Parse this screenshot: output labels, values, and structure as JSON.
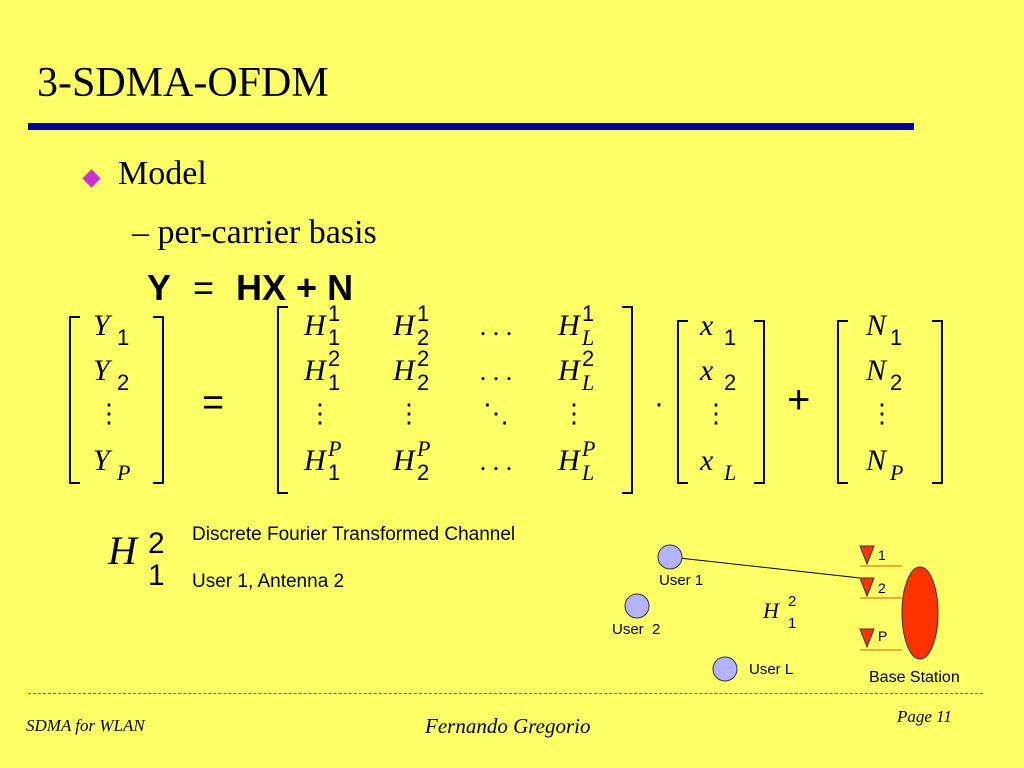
{
  "slide": {
    "title": "3-SDMA-OFDM",
    "bullet": "Model",
    "subbullet": "– per-carrier basis"
  },
  "equation": {
    "lhs": "Y",
    "eq": "=",
    "rhs": "HX + N"
  },
  "matrix": {
    "Y": [
      {
        "base": "Y",
        "sub": "1"
      },
      {
        "base": "Y",
        "sub": "2"
      },
      {
        "base": "⋮",
        "sub": ""
      },
      {
        "base": "Y",
        "sub": "P"
      }
    ],
    "H": [
      [
        {
          "base": "H",
          "sup": "1",
          "sub": "1"
        },
        {
          "base": "H",
          "sup": "1",
          "sub": "2"
        },
        {
          "base": ". . .",
          "sup": "",
          "sub": ""
        },
        {
          "base": "H",
          "sup": "1",
          "sub": "L"
        }
      ],
      [
        {
          "base": "H",
          "sup": "2",
          "sub": "1"
        },
        {
          "base": "H",
          "sup": "2",
          "sub": "2"
        },
        {
          "base": ". . .",
          "sup": "",
          "sub": ""
        },
        {
          "base": "H",
          "sup": "2",
          "sub": "L"
        }
      ],
      [
        {
          "base": "⋮",
          "sup": "",
          "sub": ""
        },
        {
          "base": "⋮",
          "sup": "",
          "sub": ""
        },
        {
          "base": "⋱",
          "sup": "",
          "sub": ""
        },
        {
          "base": "⋮",
          "sup": "",
          "sub": ""
        }
      ],
      [
        {
          "base": "H",
          "sup": "P",
          "sub": "1"
        },
        {
          "base": "H",
          "sup": "P",
          "sub": "2"
        },
        {
          "base": ". . .",
          "sup": "",
          "sub": ""
        },
        {
          "base": "H",
          "sup": "P",
          "sub": "L"
        }
      ]
    ],
    "x": [
      {
        "base": "x",
        "sub": "1"
      },
      {
        "base": "x",
        "sub": "2"
      },
      {
        "base": "⋮",
        "sub": ""
      },
      {
        "base": "x",
        "sub": "L"
      }
    ],
    "N": [
      {
        "base": "N",
        "sub": "1"
      },
      {
        "base": "N",
        "sub": "2"
      },
      {
        "base": "⋮",
        "sub": ""
      },
      {
        "base": "N",
        "sub": "P"
      }
    ],
    "equals": "=",
    "dot": "·",
    "plus": "+"
  },
  "channel": {
    "symbol": "H",
    "sup": "2",
    "sub": "1",
    "description": "Discrete Fourier Transformed Channel",
    "user_antenna": "User 1, Antenna 2"
  },
  "diagram": {
    "users": [
      "User 1",
      "User  2",
      "User L"
    ],
    "antennas": [
      "1",
      "2",
      "P"
    ],
    "station_label": "Base Station",
    "link_symbol": "H",
    "link_sup": "2",
    "link_sub": "1",
    "colors": {
      "user": "#B3B3FF",
      "antenna": "#FF3300",
      "station": "#FF3300"
    }
  },
  "footer": {
    "left": "SDMA for WLAN",
    "center": "Fernando Gregorio",
    "right": "Page 11"
  }
}
